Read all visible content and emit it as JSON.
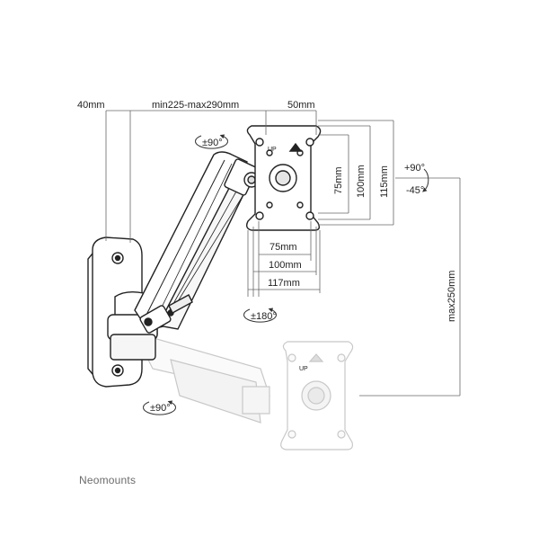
{
  "dimensions": {
    "arm_depth": "40mm",
    "arm_reach": "min225-max290mm",
    "offset": "50mm",
    "vesa_h_75": "75mm",
    "vesa_h_100": "100mm",
    "vesa_h_115": "115mm",
    "vesa_w_75": "75mm",
    "vesa_w_100": "100mm",
    "vesa_w_117": "117mm",
    "height_adjust": "max250mm"
  },
  "rotations": {
    "tilt_up": "+90°",
    "tilt_down": "-45°",
    "swivel_top": "±90°",
    "swivel_bottom": "±90°",
    "rotate": "±180°"
  },
  "plate_label": "UP",
  "brand": "Neomounts"
}
